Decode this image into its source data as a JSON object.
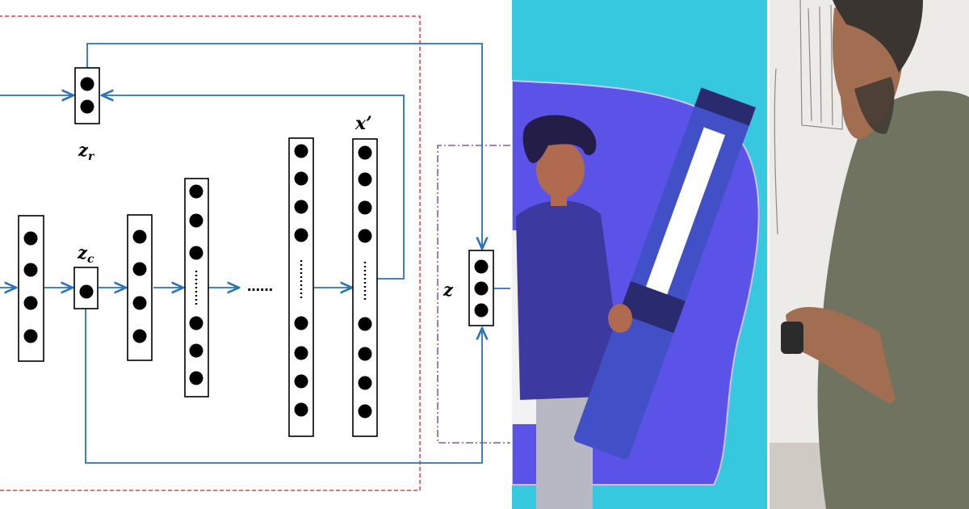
{
  "diagram": {
    "labels": {
      "z_r": "z",
      "z_r_sub": "r",
      "z_c": "z",
      "z_c_sub": "c",
      "x_prime": "x’",
      "z": "z",
      "ellipsis": "……"
    },
    "colors": {
      "arrow": "#2a73b8",
      "outer_box": "#c0282d",
      "z_box": "#6a3a96",
      "node": "#000000"
    }
  },
  "illustration": {
    "colors": {
      "background": "#36c8de",
      "blob": "#5b52e8",
      "pen": "#4150c6",
      "person_shirt": "#3c3aa0",
      "skin": "#b06a50",
      "hair": "#231d48",
      "paper": "#f2f2f2",
      "pants": "#b8b8c4"
    }
  },
  "photo": {
    "colors": {
      "whiteboard": "#ecebe8",
      "shirt": "#6f7360",
      "skin": "#a26e52"
    }
  }
}
